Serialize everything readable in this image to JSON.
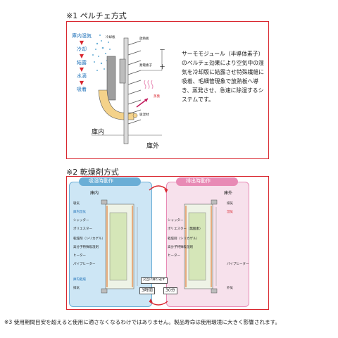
{
  "section1": {
    "title": "※1 ペルチェ方式",
    "flow": [
      "庫内湿気",
      "冷却",
      "結露",
      "水滴",
      "吸着"
    ],
    "labels": {
      "cooling_plate": "冷却板",
      "heat_sink": "放熱板",
      "element": "発電素子",
      "evaporation": "蒸発",
      "absorbent": "吸湿材",
      "inside": "庫内",
      "outside": "庫外",
      "minus": "－",
      "plus": "＋"
    },
    "description": "サーモモジュール（半導体素子）のペルチェ効果により空気中の湿気を冷却版に結露させ特殊繊維に吸着、毛細管現象で放熱板へ導き、蒸発させ、急速に除湿するシステムです。"
  },
  "section2": {
    "title": "※2 乾燥剤方式",
    "left_panel": {
      "header": "吸湿時動作",
      "inside": "庫内",
      "labels": [
        "吸気",
        "庫内湿気",
        "シャッター",
        "ポリエスター",
        "乾燥剤（シリカゲル）",
        "高分子特殊吸湿剤",
        "ヒーター",
        "パイプヒーター",
        "庫内乾燥",
        "排気"
      ]
    },
    "right_panel": {
      "header": "排出時動作",
      "outside": "庫外",
      "labels": [
        "排気",
        "湿気",
        "シャッター",
        "ポリエスター（無酸素）",
        "乾燥剤（シリカゲル）",
        "高分子特殊吸湿剤",
        "ヒーター",
        "パイプヒーター",
        "外気"
      ]
    },
    "cycle": {
      "note": "交互に繰り返す",
      "left_time": "3時間",
      "right_time": "30分"
    }
  },
  "footnote": "※3 使用期間目安を超えると使用に適さなくなるわけではありません。製品寿命は使用環境に大きく影響されます。",
  "colors": {
    "red": "#d9262e",
    "blue": "#1d70b8",
    "light_blue_fill": "#cde6f5",
    "pink_fill": "#f7e1ec",
    "header_blue": "#6aaed6",
    "header_pink": "#e88ab5"
  }
}
